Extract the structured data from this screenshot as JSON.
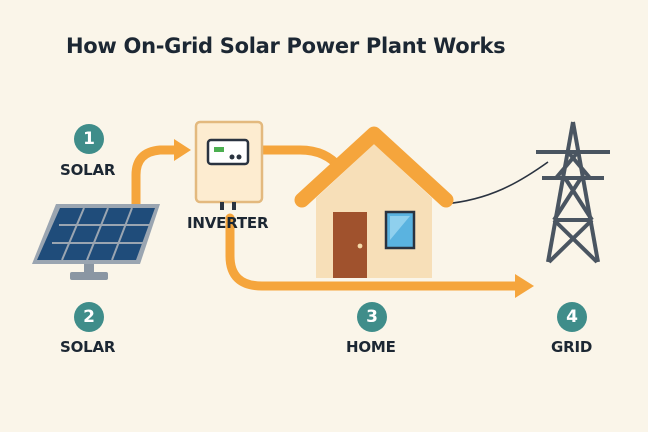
{
  "title": "How On-Grid Solar Power Plant Works",
  "colors": {
    "background": "#faf5e9",
    "arrow": "#f5a53c",
    "badge": "#3f8d8a",
    "roof": "#f5a53c",
    "house_wall": "#f7dfb8",
    "door": "#a0522d",
    "window": "#5ab3e0",
    "panel": "#1f4c7a",
    "frame": "#9aa5b1",
    "tower": "#4a5561",
    "inverter_body": "#fdecd0",
    "text": "#1c2733"
  },
  "steps": [
    {
      "number": "1",
      "label": "SOLAR"
    },
    {
      "number": "2",
      "label": "SOLAR"
    },
    {
      "number": "3",
      "label": "HOME"
    },
    {
      "number": "4",
      "label": "GRID"
    }
  ],
  "components": {
    "inverter_label": "INVERTER"
  },
  "icons": [
    "solar-panel-icon",
    "inverter-icon",
    "house-icon",
    "transmission-tower-icon",
    "flow-arrow-icon"
  ]
}
